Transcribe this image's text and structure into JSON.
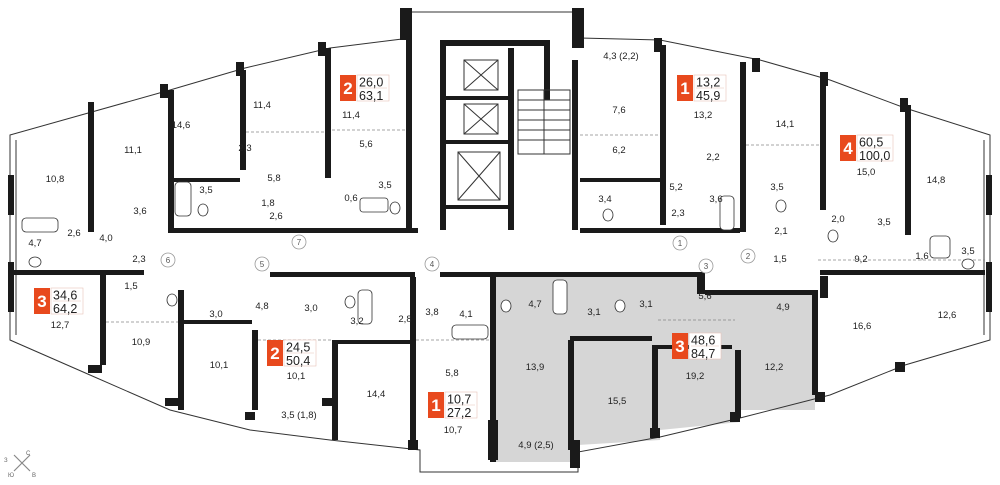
{
  "colors": {
    "wall": "#1a1a1a",
    "badge": "#e8491d",
    "highlight": "#d6d6d6",
    "background": "#ffffff"
  },
  "apartments": [
    {
      "rooms": "2",
      "area_living": "26,0",
      "area_total": "63,1"
    },
    {
      "rooms": "1",
      "area_living": "13,2",
      "area_total": "45,9"
    },
    {
      "rooms": "4",
      "area_living": "60,5",
      "area_total": "100,0"
    },
    {
      "rooms": "3",
      "area_living": "34,6",
      "area_total": "64,2"
    },
    {
      "rooms": "2",
      "area_living": "24,5",
      "area_total": "50,4"
    },
    {
      "rooms": "3",
      "area_living": "48,6",
      "area_total": "84,7",
      "highlighted": true
    },
    {
      "rooms": "1",
      "area_living": "10,7",
      "area_total": "27,2"
    }
  ],
  "rooms": [
    "10,8",
    "11,1",
    "14,6",
    "11,4",
    "11,4",
    "2,3",
    "5,6",
    "5,8",
    "1,8",
    "0,6",
    "3,5",
    "2,6",
    "3,5",
    "3,6",
    "4,7",
    "2,6",
    "4,0",
    "2,3",
    "1,5",
    "12,7",
    "10,9",
    "4,8",
    "3,0",
    "3,0",
    "10,1",
    "10,1",
    "3,2",
    "3,5 (1,8)",
    "14,4",
    "2,8",
    "3,8",
    "4,1",
    "5,8",
    "10,7",
    "4,7",
    "13,9",
    "4,9 (2,5)",
    "3,1",
    "15,5",
    "3,1",
    "5,6",
    "19,2",
    "4,9",
    "12,2",
    "4,3 (2,2)",
    "7,6",
    "13,2",
    "6,2",
    "14,1",
    "2,2",
    "3,4",
    "5,2",
    "2,3",
    "3,6",
    "3,5",
    "15,0",
    "2,1",
    "2,0",
    "3,5",
    "1,5",
    "14,8",
    "9,2",
    "1,6",
    "3,5",
    "16,6",
    "12,6"
  ],
  "doors": [
    "1",
    "2",
    "3",
    "4",
    "5",
    "6",
    "7"
  ],
  "compass": {
    "north": "С",
    "south": "Ю",
    "west": "З",
    "east": "В"
  }
}
